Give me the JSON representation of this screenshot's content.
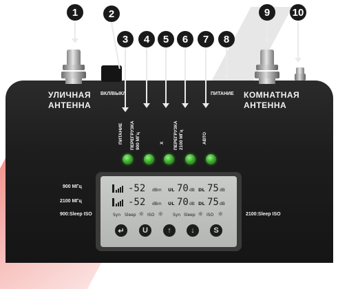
{
  "callouts": [
    "1",
    "2",
    "3",
    "4",
    "5",
    "6",
    "7",
    "8",
    "9",
    "10"
  ],
  "device": {
    "outdoor_antenna_label": "УЛИЧНАЯ\nАНТЕННА",
    "power_switch_label": "ВКЛ/ВЫКЛ",
    "power_label": "ПИТАНИЕ",
    "indoor_antenna_label": "КОМНАТНАЯ\nАНТЕННА"
  },
  "leds": [
    {
      "label": "ПИТАНИЕ"
    },
    {
      "label": "ПЕРЕГРУЗКА\n900 МГц"
    },
    {
      "label": "X"
    },
    {
      "label": "ПЕРЕГРУЗКА\n2100 МГц"
    },
    {
      "label": "АВТО"
    }
  ],
  "side_labels": {
    "band_900": "900 МГц",
    "band_2100": "2100 МГц",
    "left_sleep": "900:Sleep ISO",
    "right_sleep": "2100:Sleep ISO"
  },
  "display": {
    "row1": {
      "rssi": "-52",
      "rssi_unit": "dBm",
      "ul_tag": "UL",
      "ul_value": "70",
      "ul_unit": "dB",
      "dl_tag": "DL",
      "dl_value": "75",
      "dl_unit": "dB"
    },
    "row2": {
      "rssi": "-52",
      "rssi_unit": "dBm",
      "ul_tag": "UL",
      "ul_value": "70",
      "ul_unit": "dB",
      "dl_tag": "DL",
      "dl_value": "75",
      "dl_unit": "dB"
    },
    "status_left": {
      "a": "Syn",
      "b": "Sleep",
      "c": "ISO"
    },
    "status_right": {
      "a": "Syn",
      "b": "Sleep",
      "c": "ISO"
    },
    "buttons": [
      {
        "icon": "enter-icon",
        "glyph": "↵"
      },
      {
        "icon": "u-icon",
        "glyph": "U"
      },
      {
        "icon": "arrow-up-icon",
        "glyph": "↑"
      },
      {
        "icon": "arrow-down-icon",
        "glyph": "↓"
      },
      {
        "icon": "s-icon",
        "glyph": "S"
      }
    ]
  }
}
